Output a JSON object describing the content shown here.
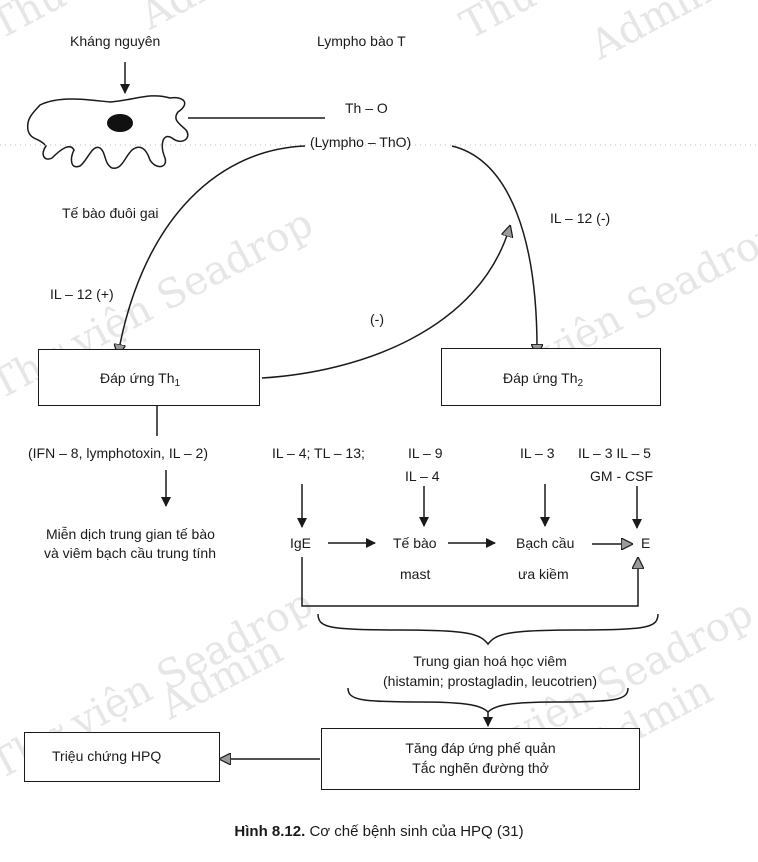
{
  "labels": {
    "antigen": "Kháng nguyên",
    "t_lymphocyte": "Lympho bào T",
    "th0": "Th – O",
    "lympho_th0": "(Lympho – ThO)",
    "dendritic_cell": "Tế bào đuôi gai",
    "il12_neg": "IL – 12 (-)",
    "il12_pos": "IL – 12 (+)",
    "minus": "(-)",
    "th1_response": "Đáp ứng Th",
    "th1_sub": "1",
    "th2_response": "Đáp ứng Th",
    "th2_sub": "2",
    "th1_cytokines": "(IFN – 8, lymphotoxin, IL – 2)",
    "il4_tl13": "IL – 4; TL – 13;",
    "il9": "IL – 9",
    "il4": "IL – 4",
    "il3_a": "IL – 3",
    "il3_il5": "IL – 3 IL – 5",
    "gm_csf": "GM - CSF",
    "cellular_immunity_1": "Miễn dịch trung gian tế bào",
    "cellular_immunity_2": "và viêm bạch cầu trung tính",
    "ige": "IgE",
    "mast_1": "Tế bào",
    "mast_2": "mast",
    "basophil_1": "Bạch cầu",
    "basophil_2": "ưa kiềm",
    "eosinophil": "E",
    "mediators_1": "Trung gian hoá học viêm",
    "mediators_2": "(histamin; prostagladin, leucotrien)",
    "bronchial_1": "Tăng đáp ứng phế quản",
    "bronchial_2": "Tắc nghẽn đường thở",
    "symptoms": "Triệu chứng HPQ"
  },
  "caption": {
    "prefix": "Hình 8.12.",
    "text": "Cơ chế bệnh sinh của HPQ (31)"
  },
  "watermark": {
    "words": [
      "Thư",
      "Admin",
      "Thư viện Seadrop",
      "Seadrop",
      "Thư viện Seadrop",
      "Admin",
      "Thư viện Seadrop",
      "Seadrop",
      "Admin",
      "Admin"
    ]
  },
  "colors": {
    "ink": "#1a1a1a",
    "watermark": "#e4e4e4",
    "arrowhead": "#8a8a8a"
  }
}
